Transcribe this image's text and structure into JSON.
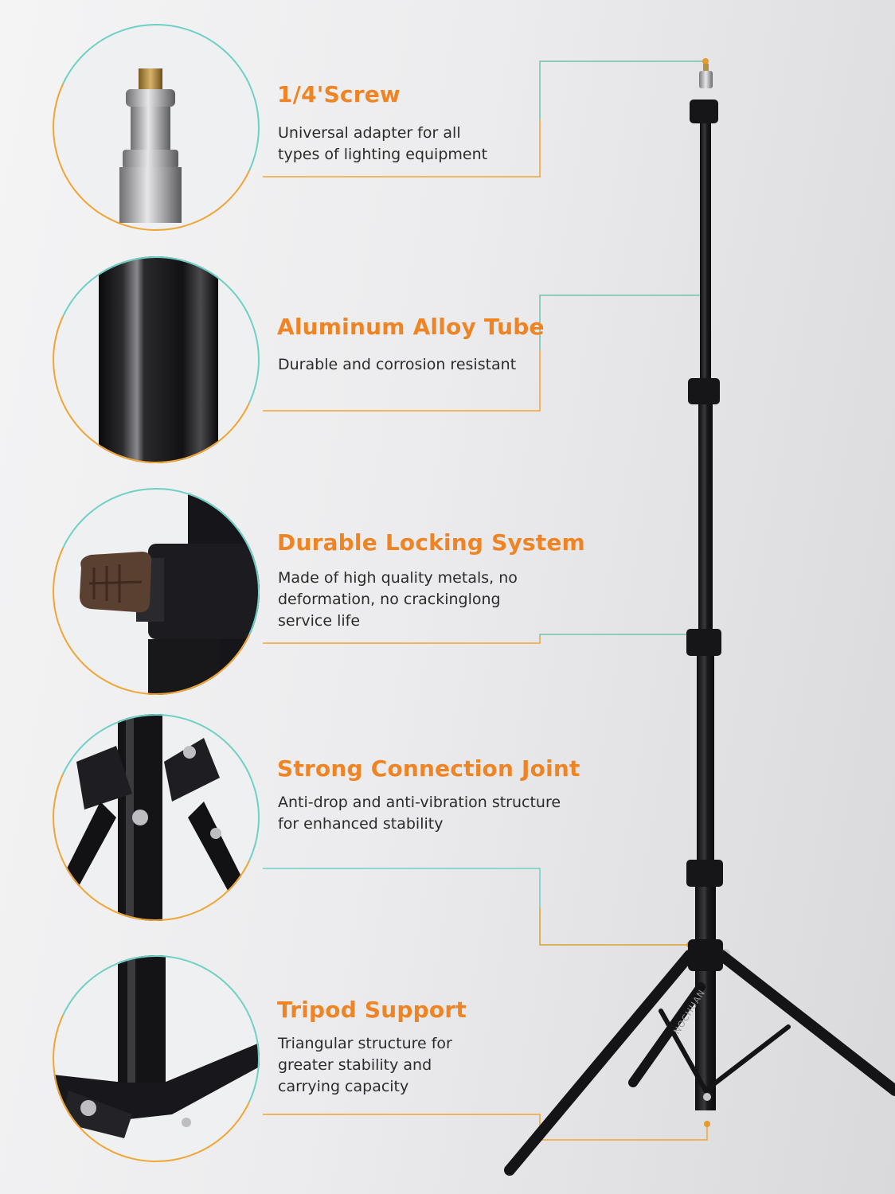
{
  "features": [
    {
      "title": "1/4'Screw",
      "desc_lines": [
        "Universal adapter for all",
        "types of lighting equipment"
      ]
    },
    {
      "title": "Aluminum Alloy Tube",
      "desc_lines": [
        "Durable and corrosion resistant"
      ]
    },
    {
      "title": "Durable Locking System",
      "desc_lines": [
        "Made of high quality metals, no",
        "deformation, no crackinglong",
        "service life"
      ]
    },
    {
      "title": "Strong Connection Joint",
      "desc_lines": [
        "Anti-drop and anti-vibration structure",
        "for enhanced stability"
      ]
    },
    {
      "title": "Tripod Support",
      "desc_lines": [
        "Triangular structure for",
        "greater stability and",
        "carrying capacity"
      ]
    }
  ],
  "brand_mark": "NOCHUAN",
  "colors": {
    "accent_orange": "#ef8424",
    "accent_teal": "#6fd0c6",
    "stand_black": "#1b1b1d"
  },
  "icons": [
    "screw-thumbnail",
    "tube-thumbnail",
    "lock-thumbnail",
    "joint-thumbnail",
    "tripod-thumbnail"
  ]
}
